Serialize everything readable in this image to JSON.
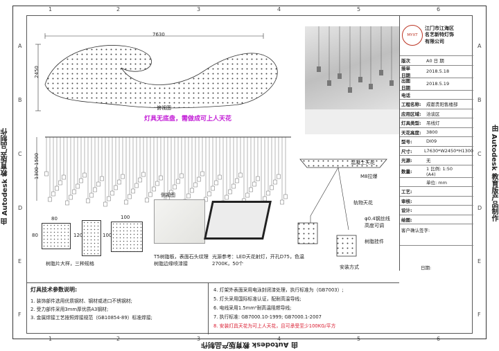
{
  "border": {
    "columns": [
      "1",
      "2",
      "3",
      "4",
      "5",
      "6"
    ],
    "rows": [
      "A",
      "B",
      "C",
      "D",
      "E",
      "F"
    ],
    "side_text": "由 Autodesk 教育版产品制作"
  },
  "top_view": {
    "dim_width": "7630",
    "dim_height": "2450",
    "caption": "俯视图",
    "note": "灯具无底盘，需做成可上人天花"
  },
  "side_view": {
    "dim_height": "1300-1500",
    "caption": "侧视图",
    "ceiling_label": "混凝土天花",
    "bolt_label": "M8拉爆",
    "gypsum_label": "轨物天花",
    "wire_label": "φ0.4钢丝线\n高度可调",
    "pendant_label": "树脂挂件",
    "install_label": "安装方式"
  },
  "samples": {
    "sizes": [
      "80",
      "80",
      "120",
      "100",
      "100"
    ],
    "caption": "树脂片大样，三种规格",
    "panel_label": "T5树脂板，表面石头纹理\n树脂边缘喷漆接",
    "light_note": "光源参考：LED天花射灯，开孔D75，色温2700K，50个"
  },
  "title_block": {
    "company": "江门市江海区\n名艺新特灯饰\n有限公司",
    "logo_text": "MYXT",
    "rows": [
      {
        "k": "版次",
        "v": "A0  日   期"
      },
      {
        "k": "接单\n日期",
        "v": "2018.5.18"
      },
      {
        "k": "出图\n日期",
        "v": "2018.5.19"
      },
      {
        "k": "电话",
        "v": ""
      },
      {
        "k": "工程名称:",
        "v": "成都贵阳售楼部"
      },
      {
        "k": "应用区域:",
        "v": "洽谈区"
      },
      {
        "k": "灯具类型:",
        "v": "吊线灯"
      },
      {
        "k": "天花高度:",
        "v": "3800"
      },
      {
        "k": "型号:",
        "v": "DI09"
      },
      {
        "k": "尺寸:",
        "v": "L7630*W2450*H1300"
      },
      {
        "k": "光源:",
        "v": "无"
      },
      {
        "k": "数量:",
        "v": "1      比例: 1:50\n(A4)"
      },
      {
        "k": "",
        "v": "单位: mm"
      },
      {
        "k": "工艺:",
        "v": ""
      },
      {
        "k": "审核:",
        "v": ""
      },
      {
        "k": "设计:",
        "v": ""
      },
      {
        "k": "绘图:",
        "v": ""
      }
    ],
    "customer": "客户确认签字:",
    "date_label": "日期:"
  },
  "specs": {
    "title": "灯具技术参数说明:",
    "left": [
      "1. 装饰部件选用优质钢材、钢材或进口不锈钢材;",
      "2. 受力部件采用3mm厚优质A3钢材;",
      "3. 金属焊接工艺按照焊接规范（GB10854-89）标准焊接;"
    ],
    "right": [
      "4. 灯架外表面采用电泳封闭漆处理，执行标准为（GB7003）;",
      "5. 灯头采用国际标准认证，配耐高温导线;",
      "6. 电线采用1.5mm²耐高温阻燃导线;",
      "7. 执行标准: GB7000.10-1999; GB7000.1-2007",
      "8. 安装灯具天花为可上人天花，且可承受至少100KG/平方"
    ]
  },
  "colors": {
    "accent_red": "#d9182d",
    "accent_magenta": "#c21bd6"
  }
}
